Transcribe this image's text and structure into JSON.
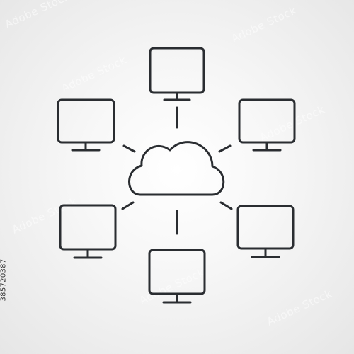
{
  "diagram": {
    "stroke_color": "#2a2d31",
    "center": "cloud-icon",
    "nodes": [
      {
        "id": "top",
        "icon": "monitor-icon"
      },
      {
        "id": "upper-right",
        "icon": "monitor-icon"
      },
      {
        "id": "lower-right",
        "icon": "monitor-icon"
      },
      {
        "id": "bottom",
        "icon": "monitor-icon"
      },
      {
        "id": "lower-left",
        "icon": "monitor-icon"
      },
      {
        "id": "upper-left",
        "icon": "monitor-icon"
      }
    ]
  },
  "watermark": {
    "brand": "Adobe Stock",
    "image_id": "385720387"
  }
}
